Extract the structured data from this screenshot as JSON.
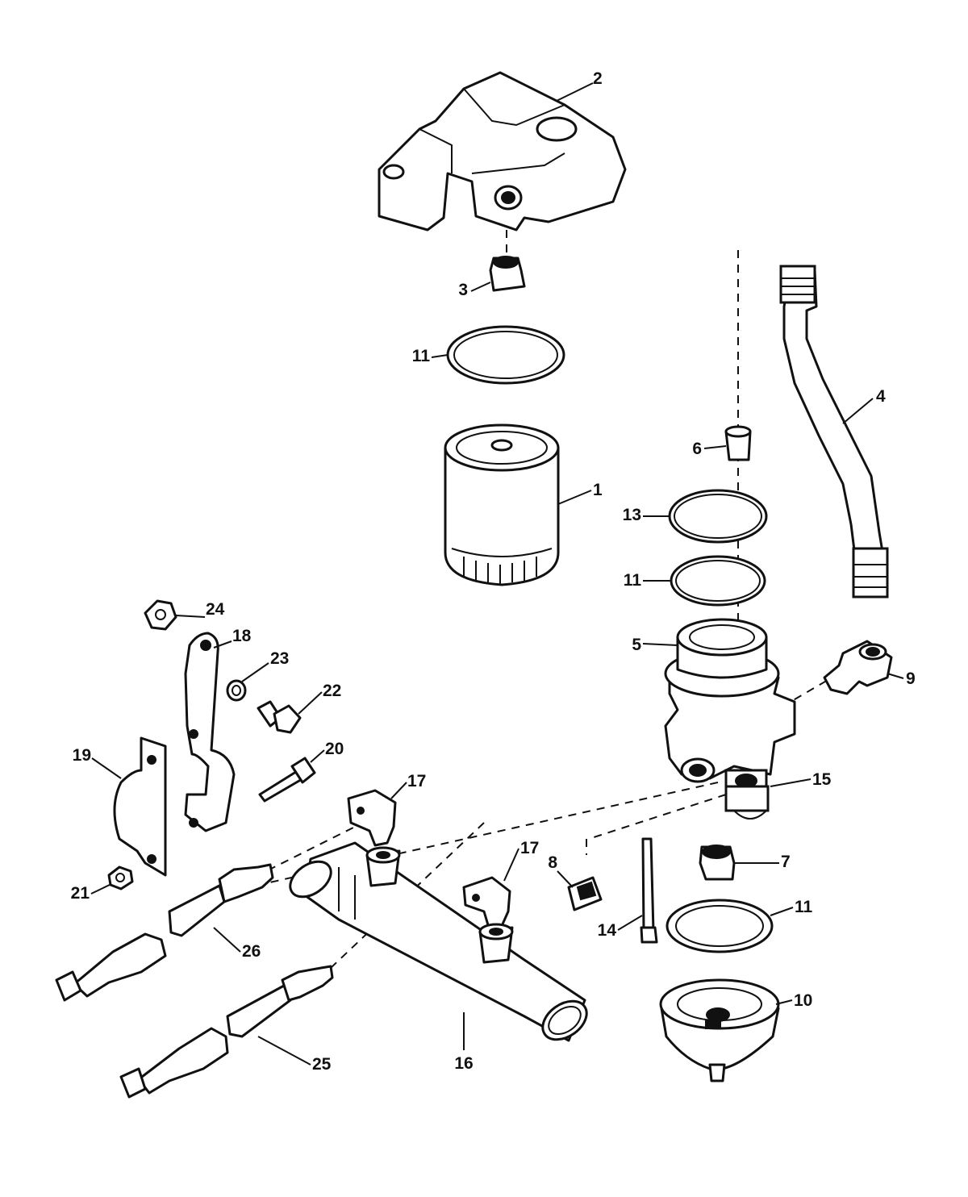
{
  "diagram": {
    "callouts": [
      "2",
      "3",
      "11",
      "4",
      "6",
      "1",
      "13",
      "11",
      "5",
      "9",
      "24",
      "18",
      "23",
      "22",
      "19",
      "20",
      "17",
      "15",
      "17",
      "8",
      "7",
      "21",
      "11",
      "14",
      "26",
      "10",
      "16",
      "25"
    ]
  }
}
